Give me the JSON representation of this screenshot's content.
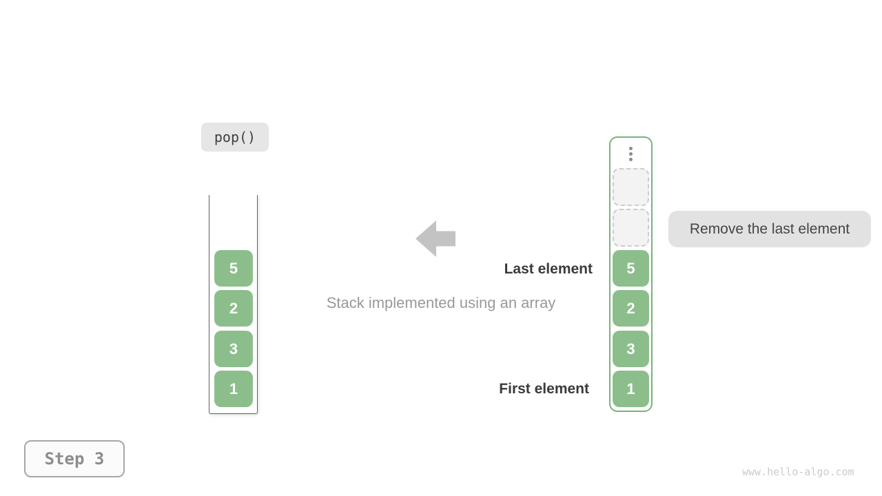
{
  "figure": {
    "operation_label": "pop()",
    "caption": "Stack implemented using an array",
    "step_label": "Step 3",
    "watermark": "www.hello-algo.com"
  },
  "labels": {
    "last_element": "Last element",
    "first_element": "First element",
    "remove_tooltip": "Remove the last element"
  },
  "stack_view": {
    "items": [
      "5",
      "2",
      "3",
      "1"
    ]
  },
  "array_view": {
    "items": [
      "5",
      "2",
      "3",
      "1"
    ],
    "empty_slot_count": 2,
    "ellipsis_icon": "vertical-ellipsis"
  },
  "colors": {
    "cell_green": "#8cbe8c",
    "array_border_green": "#77b377",
    "arrow_gray": "#c3c3c3",
    "badge_bg": "#e6e6e6",
    "tooltip_bg": "#e2e2e2",
    "label_dark": "#3a3a3a",
    "caption_gray": "#999999",
    "watermark_gray": "#cbcbcb"
  }
}
